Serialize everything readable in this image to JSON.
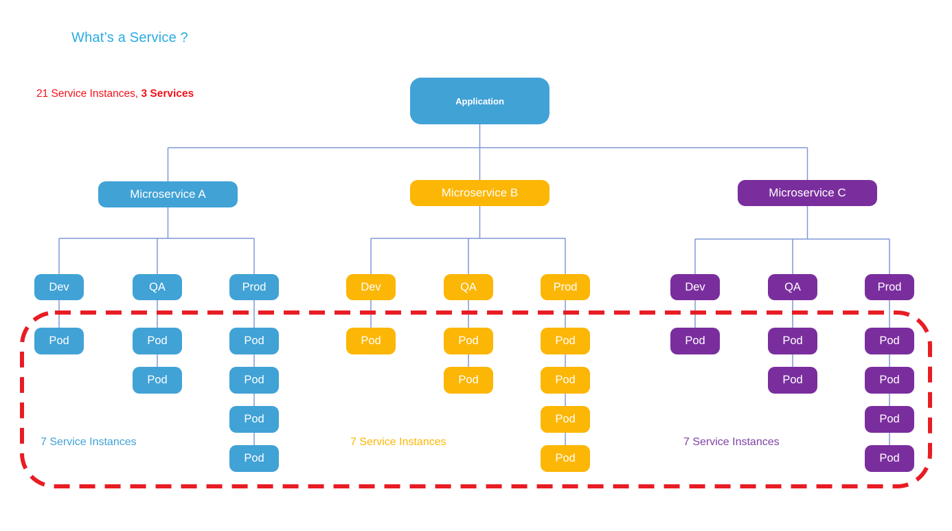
{
  "title": "What’s a Service ?",
  "summary": {
    "prefix": "21 Service Instances, ",
    "bold": "3 Services"
  },
  "root": {
    "label": "Application"
  },
  "groups": [
    {
      "label": "Microservice A",
      "color": "#41a2d6",
      "instances_label": "7 Service Instances",
      "envs": [
        {
          "label": "Dev",
          "pods": [
            "Pod"
          ]
        },
        {
          "label": "QA",
          "pods": [
            "Pod",
            "Pod"
          ]
        },
        {
          "label": "Prod",
          "pods": [
            "Pod",
            "Pod",
            "Pod",
            "Pod"
          ]
        }
      ]
    },
    {
      "label": "Microservice B",
      "color": "#fcb605",
      "instances_label": "7 Service Instances",
      "envs": [
        {
          "label": "Dev",
          "pods": [
            "Pod"
          ]
        },
        {
          "label": "QA",
          "pods": [
            "Pod",
            "Pod"
          ]
        },
        {
          "label": "Prod",
          "pods": [
            "Pod",
            "Pod",
            "Pod",
            "Pod"
          ]
        }
      ]
    },
    {
      "label": "Microservice C",
      "color": "#7a2e9e",
      "instances_label": "7 Service Instances",
      "envs": [
        {
          "label": "Dev",
          "pods": [
            "Pod"
          ]
        },
        {
          "label": "QA",
          "pods": [
            "Pod",
            "Pod"
          ]
        },
        {
          "label": "Prod",
          "pods": [
            "Pod",
            "Pod",
            "Pod",
            "Pod"
          ]
        }
      ]
    }
  ],
  "colors": {
    "blue": "#41a2d6",
    "gold": "#fcb605",
    "purple": "#7a2e9e",
    "purpletext": "#7e42a5",
    "titleblue": "#29abe2",
    "red": "#f3101a",
    "dashred": "#e81c24",
    "line": "#7e97d6"
  }
}
